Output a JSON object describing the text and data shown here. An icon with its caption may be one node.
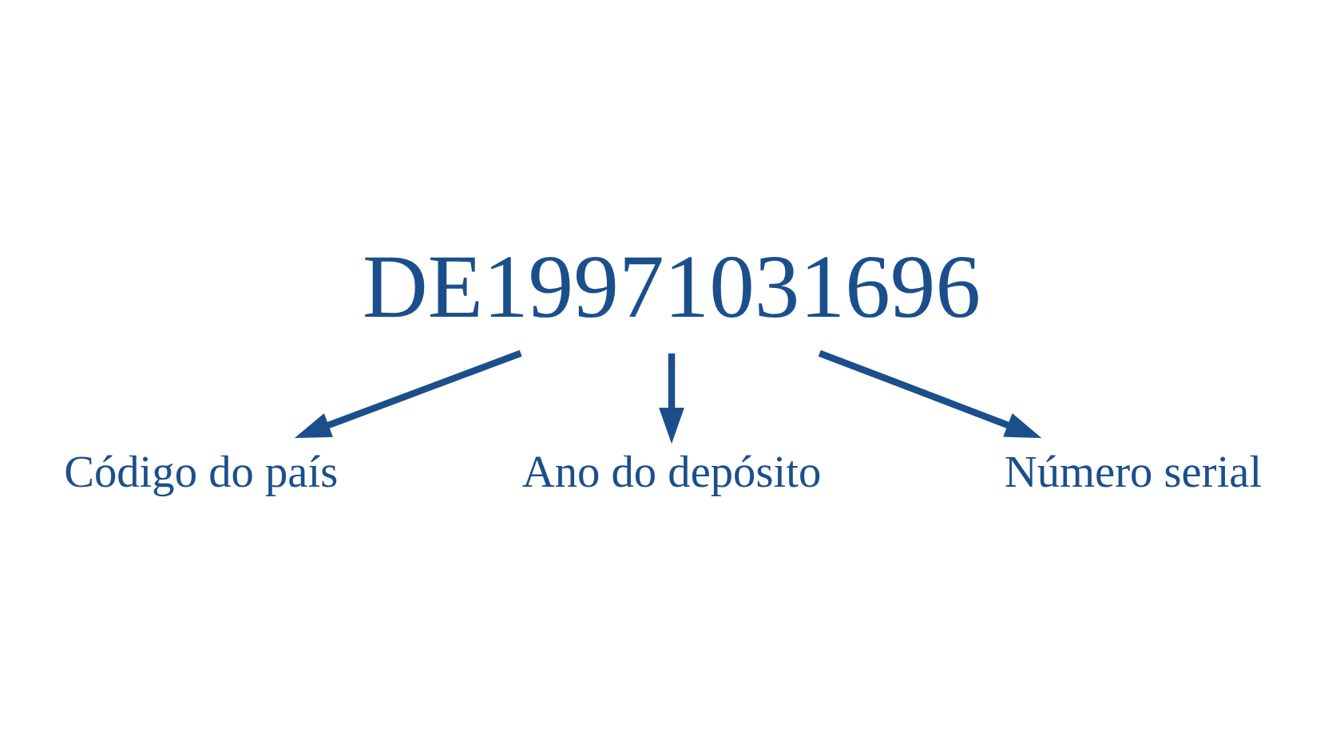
{
  "diagram": {
    "nodes": [
      {
        "text": [
          "DE19971031696"
        ]
      },
      {
        "text": [
          "Código do país"
        ]
      },
      {
        "text": [
          "Ano do depósito"
        ]
      },
      {
        "text": [
          "Número serial"
        ]
      }
    ],
    "edges": [
      {
        "from": 0,
        "to": 1,
        "arrow": "to"
      },
      {
        "from": 0,
        "to": 2,
        "arrow": "to"
      },
      {
        "from": 0,
        "to": 3,
        "arrow": "to"
      }
    ]
  }
}
